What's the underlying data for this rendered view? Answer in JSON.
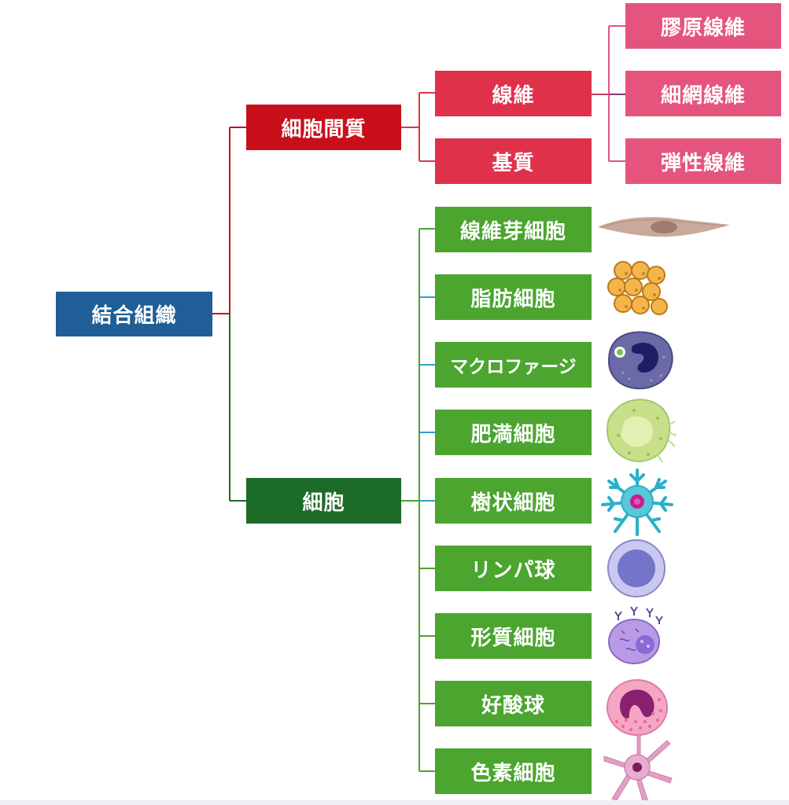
{
  "root": {
    "label": "結合組織"
  },
  "matrix": {
    "label": "細胞間質",
    "fiber": {
      "label": "線維",
      "types": [
        "膠原線維",
        "細網線維",
        "弾性線維"
      ]
    },
    "ground": {
      "label": "基質"
    }
  },
  "cells": {
    "label": "細胞",
    "items": [
      {
        "label": "線維芽細胞",
        "icon": "fibroblast-icon"
      },
      {
        "label": "脂肪細胞",
        "icon": "adipocyte-icon"
      },
      {
        "label": "マクロファージ",
        "icon": "macrophage-icon"
      },
      {
        "label": "肥満細胞",
        "icon": "mast-cell-icon"
      },
      {
        "label": "樹状細胞",
        "icon": "dendritic-cell-icon"
      },
      {
        "label": "リンパ球",
        "icon": "lymphocyte-icon"
      },
      {
        "label": "形質細胞",
        "icon": "plasma-cell-icon"
      },
      {
        "label": "好酸球",
        "icon": "eosinophil-icon"
      },
      {
        "label": "色素細胞",
        "icon": "melanocyte-icon"
      }
    ]
  },
  "colors": {
    "root": "#1f5e96",
    "matrix": "#c90f1a",
    "fiber_base": "#e0314b",
    "fiber_type": "#e5547c",
    "cells_root": "#1c6b26",
    "cell": "#4ba52f"
  }
}
